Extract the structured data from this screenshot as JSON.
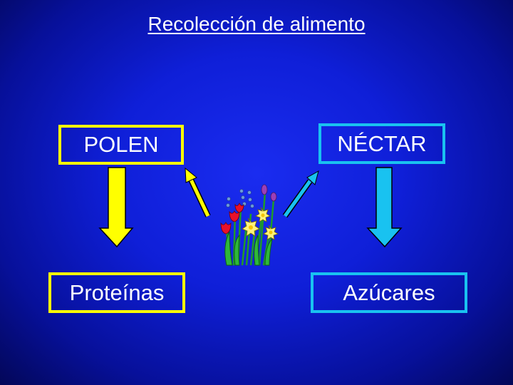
{
  "title": "Recolección de alimento",
  "boxes": {
    "polen": "POLEN",
    "nectar": "NÉCTAR",
    "proteinas": "Proteínas",
    "azucares": "Azúcares"
  },
  "colors": {
    "background": "#0f1fd8",
    "pollen_path": "#ffff00",
    "nectar_path": "#19c2f0",
    "text": "#ffffff"
  },
  "icons": {
    "center": "flower-bouquet-icon"
  }
}
